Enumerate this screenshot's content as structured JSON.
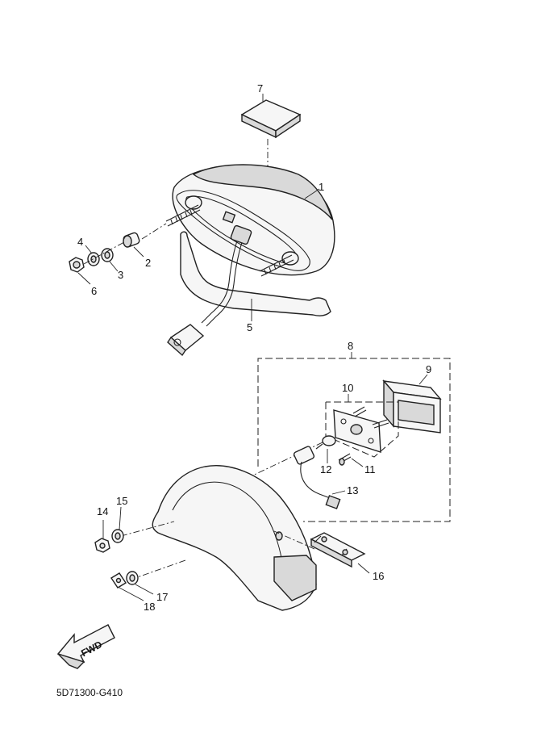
{
  "diagram_code": "5D71300-G410",
  "fwd_label": "FWD",
  "callouts": [
    {
      "id": "1",
      "label": "1"
    },
    {
      "id": "2",
      "label": "2"
    },
    {
      "id": "3",
      "label": "3"
    },
    {
      "id": "4",
      "label": "4"
    },
    {
      "id": "5",
      "label": "5"
    },
    {
      "id": "6",
      "label": "6"
    },
    {
      "id": "7",
      "label": "7"
    },
    {
      "id": "8",
      "label": "8"
    },
    {
      "id": "9",
      "label": "9"
    },
    {
      "id": "10",
      "label": "10"
    },
    {
      "id": "11",
      "label": "11"
    },
    {
      "id": "12",
      "label": "12"
    },
    {
      "id": "13",
      "label": "13"
    },
    {
      "id": "14",
      "label": "14"
    },
    {
      "id": "15",
      "label": "15"
    },
    {
      "id": "16",
      "label": "16"
    },
    {
      "id": "17",
      "label": "17"
    },
    {
      "id": "18",
      "label": "18"
    }
  ]
}
